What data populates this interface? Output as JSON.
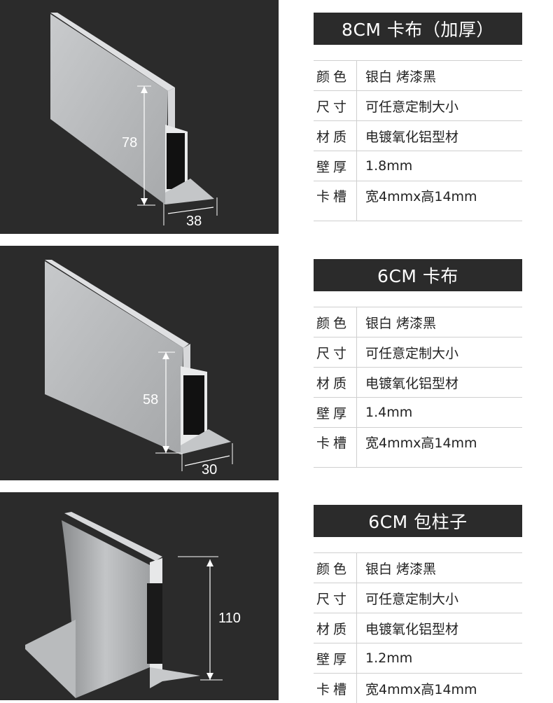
{
  "products": [
    {
      "title": "8CM 卡布（加厚）",
      "dims": {
        "height": "78",
        "width": "38"
      },
      "specs": [
        {
          "label": "颜色",
          "value": "银白  烤漆黑"
        },
        {
          "label": "尺寸",
          "value": "可任意定制大小"
        },
        {
          "label": "材质",
          "value": "电镀氧化铝型材"
        },
        {
          "label": "壁厚",
          "value": "1.8mm"
        },
        {
          "label": "卡槽",
          "value": "宽4mmx高14mm"
        }
      ]
    },
    {
      "title": "6CM 卡布",
      "dims": {
        "height": "58",
        "width": "30"
      },
      "specs": [
        {
          "label": "颜色",
          "value": "银白  烤漆黑"
        },
        {
          "label": "尺寸",
          "value": "可任意定制大小"
        },
        {
          "label": "材质",
          "value": "电镀氧化铝型材"
        },
        {
          "label": "壁厚",
          "value": "1.4mm"
        },
        {
          "label": "卡槽",
          "value": "宽4mmx高14mm"
        }
      ]
    },
    {
      "title": "6CM 包柱子",
      "dims": {
        "height": "110"
      },
      "specs": [
        {
          "label": "颜色",
          "value": "银白  烤漆黑"
        },
        {
          "label": "尺寸",
          "value": "可任意定制大小"
        },
        {
          "label": "材质",
          "value": "电镀氧化铝型材"
        },
        {
          "label": "壁厚",
          "value": "1.2mm"
        },
        {
          "label": "卡槽",
          "value": "宽4mmx高14mm"
        }
      ]
    }
  ]
}
